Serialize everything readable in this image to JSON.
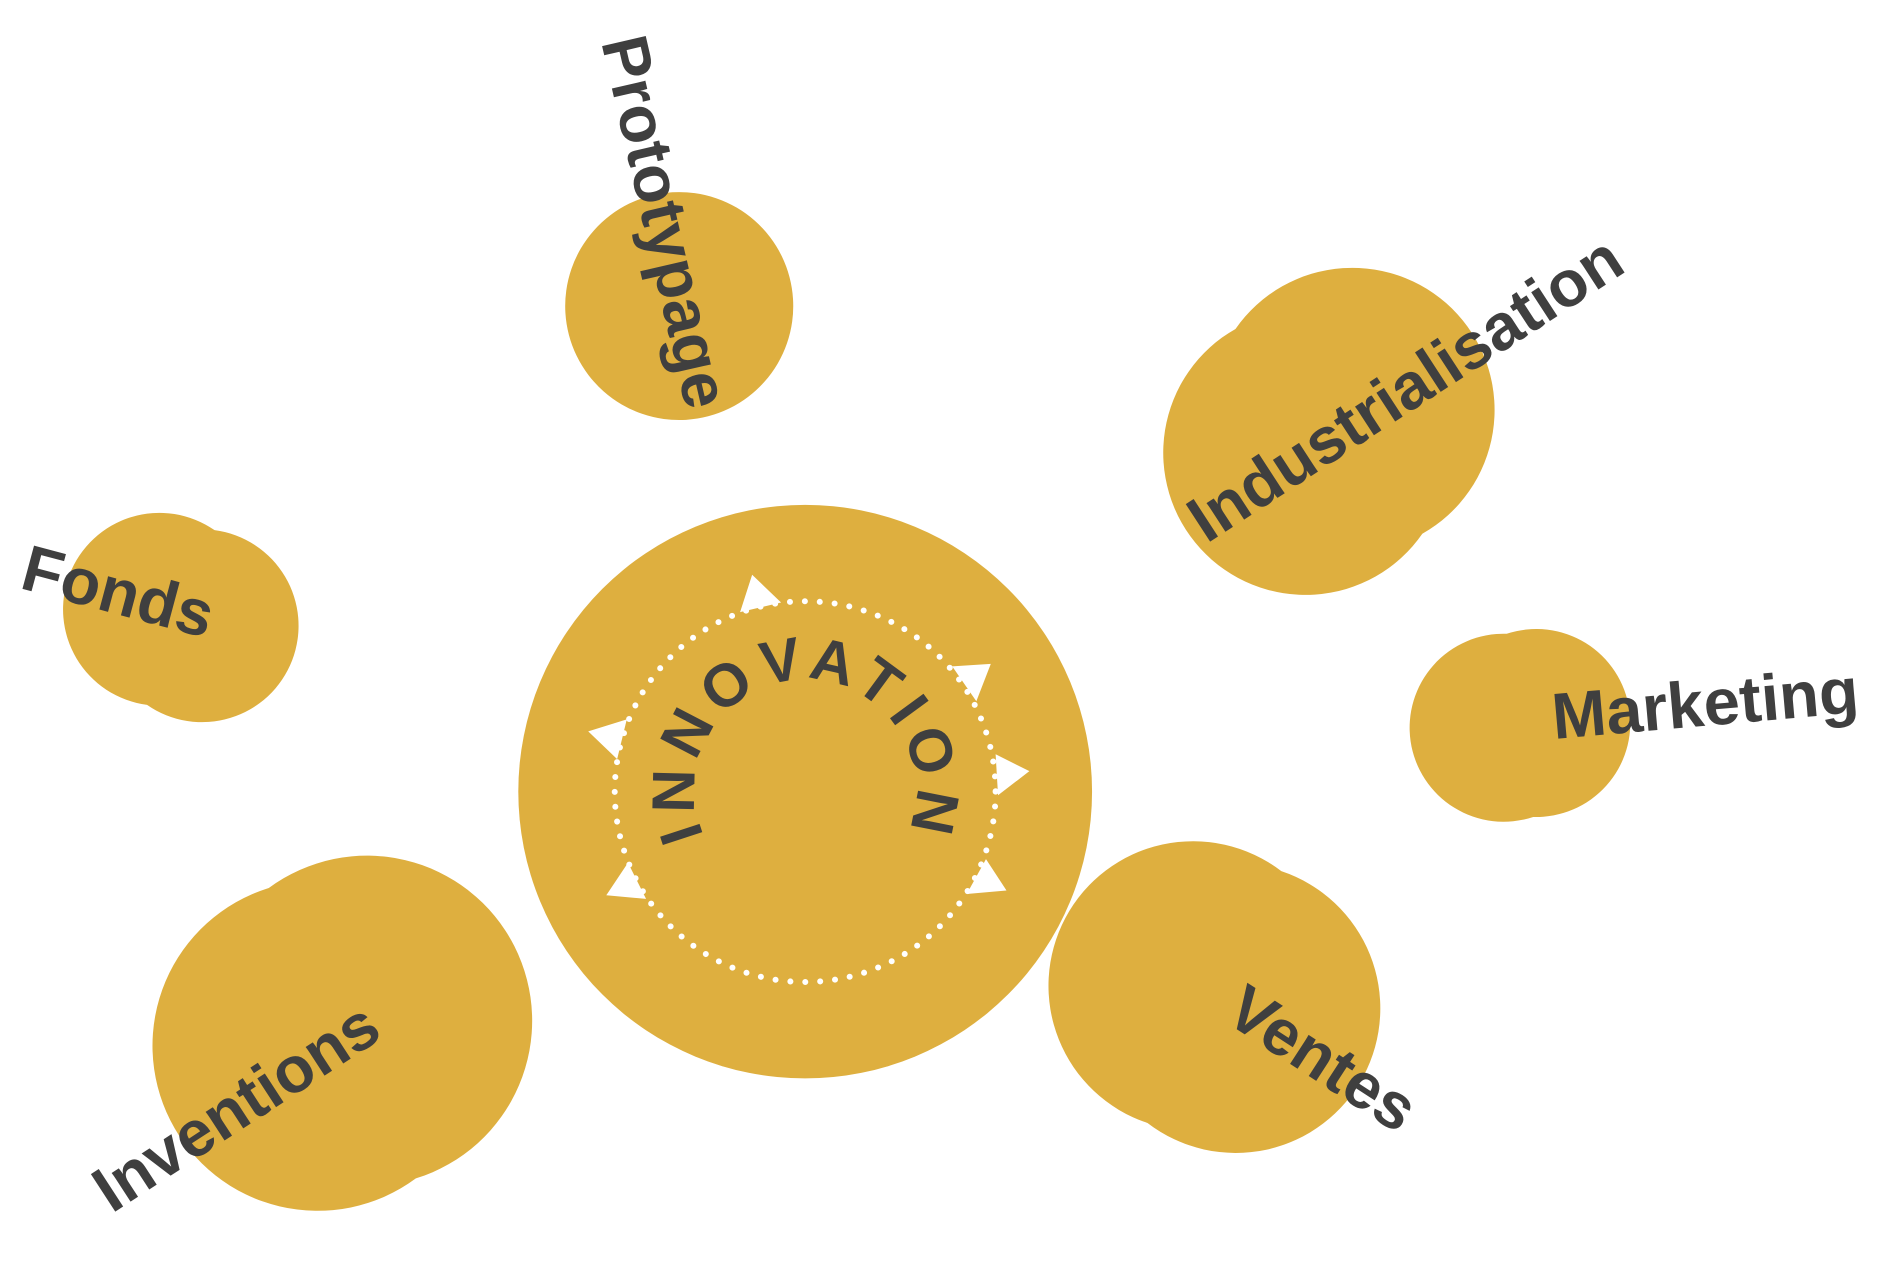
{
  "center": {
    "label": "INNOVATION"
  },
  "nodes": [
    {
      "id": "prototypage",
      "label": "Prototypage"
    },
    {
      "id": "industrialisation",
      "label": "Industrialisation"
    },
    {
      "id": "fonds",
      "label": "Fonds"
    },
    {
      "id": "marketing",
      "label": "Marketing"
    },
    {
      "id": "inventions",
      "label": "Inventions"
    },
    {
      "id": "ventes",
      "label": "Ventes"
    }
  ],
  "colors": {
    "accent": "#DEAF3F",
    "text": "#3F3F3F",
    "background": "#FFFFFF"
  }
}
